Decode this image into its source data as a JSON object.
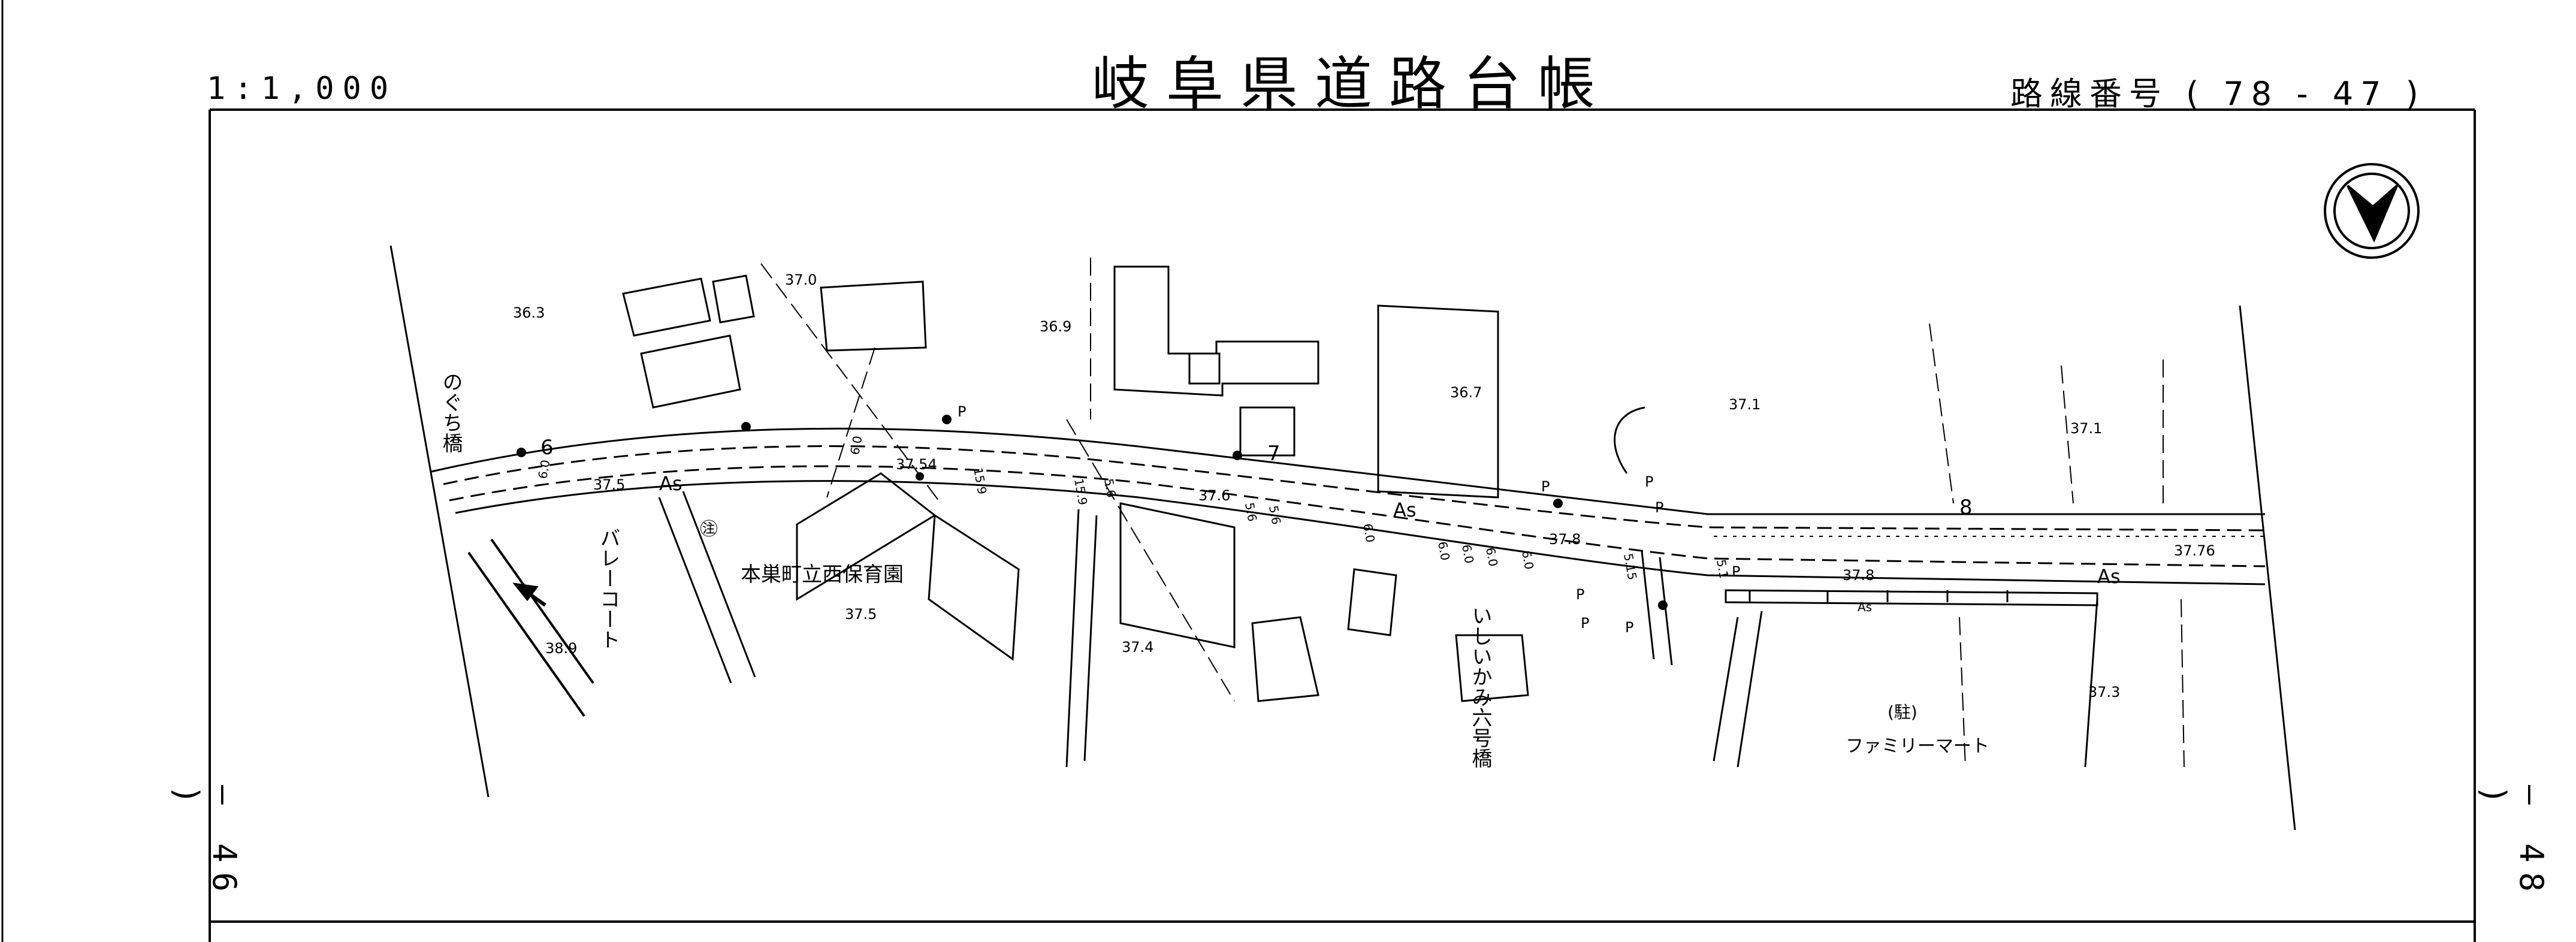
{
  "header": {
    "scale": "1:1,000",
    "title": "岐阜県道路台帳",
    "route_prefix": "路線番号",
    "route_number": "( 78 - 47 )"
  },
  "side_markers": {
    "left": "— 46 )",
    "right": "— 48 )"
  },
  "map": {
    "place_names": {
      "noguchi_bridge": "のぐち橋",
      "nursery": "本巣町立西保育園",
      "volley_court": "バレーコート",
      "ishikami_bridge": "いしいかみ六号橋",
      "parking_1": "㊟",
      "parking_2": "(駐)",
      "family_mart": "ファミリーマート"
    },
    "surface_labels": [
      "As",
      "As",
      "As",
      "As"
    ],
    "point_numbers": [
      "6",
      "7",
      "8"
    ],
    "elevations": [
      "36.3",
      "37.0",
      "36.9",
      "36.7",
      "37.1",
      "37.1",
      "37.5",
      "37.54",
      "37.6",
      "37.8",
      "37.8",
      "37.76",
      "37.5",
      "37.4",
      "38.9",
      "37.3"
    ],
    "widths": [
      "6.0",
      "6.0",
      "15.9",
      "15.9",
      "5.6",
      "5.6",
      "5.6",
      "6.0",
      "6.0",
      "6.0",
      "6.0",
      "6.0",
      "5.15",
      "5.1"
    ],
    "p_marks": [
      "P",
      "P",
      "P",
      "P",
      "P",
      "P",
      "P",
      "P"
    ],
    "north_arrow": "north-arrow"
  }
}
